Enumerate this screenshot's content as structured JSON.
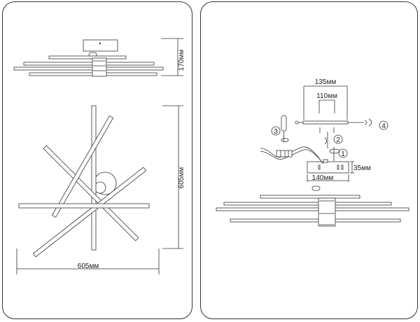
{
  "left": {
    "height_label": "170мм",
    "width_label": "605мм",
    "side_label": "605мм"
  },
  "right": {
    "dim_135": "135мм",
    "dim_110": "110мм",
    "dim_35": "35мм",
    "dim_140": "140мм",
    "steps": [
      "1",
      "2",
      "3",
      "4"
    ]
  }
}
